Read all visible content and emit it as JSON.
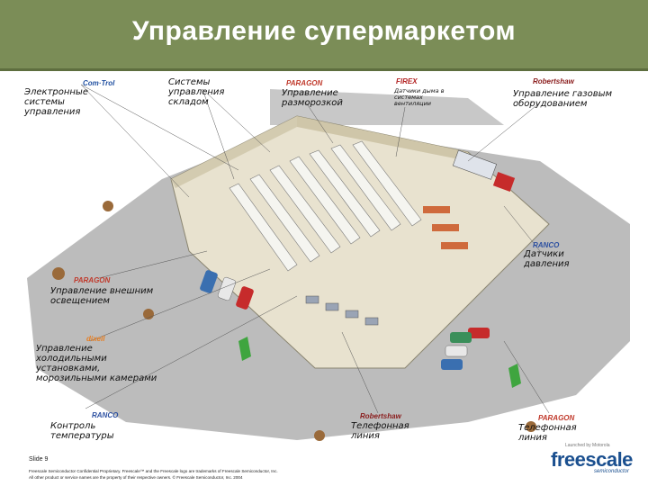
{
  "slide": {
    "title": "Управление супермаркетом",
    "number": "Slide 9"
  },
  "brands": {
    "paragon": "PARAGON",
    "firex": "FIREX",
    "robertshaw": "Robertshaw",
    "ranco": "RANCO",
    "dixell": "dixell",
    "freescale": "freescale",
    "freescale_sub": "semiconductor",
    "launched": "Launched by Motorola"
  },
  "labels": {
    "electronic": "Электронные системы управления",
    "warehouse": "Системы управления складом",
    "defrost": "Управление разморозкой",
    "smoke": "Датчики дыма в системах вентиляции",
    "gas": "Управление газовым оборудованием",
    "pressure": "Датчики давления",
    "outdoor": "Управление внешним освещением",
    "refrigeration": "Управление холодильными установками, морозильными камерами",
    "temperature": "Контроль температуры",
    "phone1": "Телефонная линия",
    "phone2": "Телефонная линия"
  },
  "footer": {
    "line1": "Freescale Semiconductor Confidential Proprietary. Freescale™ and the Freescale logo are trademarks of Freescale Semiconductor, Inc.",
    "line2": "All other product or service names are the property of their respective owners. © Freescale Semiconductor, Inc. 2004"
  }
}
